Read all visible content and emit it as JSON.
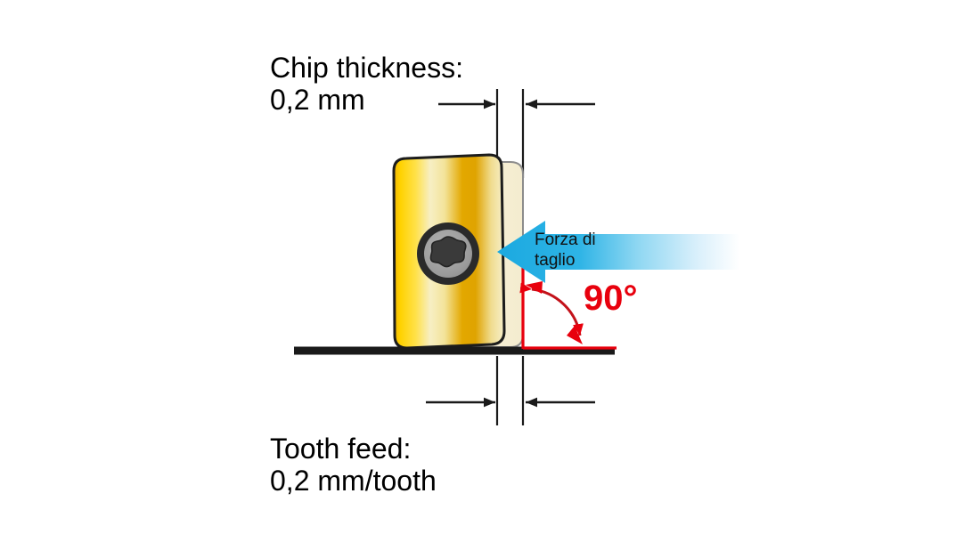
{
  "diagram": {
    "title": "Milling insert chip thickness and tooth feed at 90 degrees",
    "background_color": "#ffffff",
    "labels": {
      "chip_thickness_line1": "Chip thickness:",
      "chip_thickness_line2": "0,2 mm",
      "tooth_feed_line1": "Tooth feed:",
      "tooth_feed_line2": "0,2 mm/tooth",
      "force_line1": "Forza di",
      "force_line2": "taglio",
      "angle": "90°"
    },
    "colors": {
      "text": "#000000",
      "angle_red": "#E8000D",
      "force_blue": "#1BA9E0",
      "gold_bright": "#FFD000",
      "gold_pale": "#F5EBC0",
      "gold_deep": "#E0A800",
      "back_face_cream": "#F7F0D8",
      "workpiece_black": "#1A1A1A",
      "screw_ring_dark": "#2A2A2A",
      "screw_face_gray": "#9A9A9A",
      "dimension_line": "#1A1A1A"
    },
    "values": {
      "chip_thickness_mm": "0,2 mm",
      "tooth_feed_mm_per_tooth": "0,2 mm/tooth",
      "entering_angle_deg": "90°"
    },
    "icons": {
      "force_arrow": "left-arrow-gradient",
      "screw": "torx-star-screw",
      "angle_arc": "double-headed-arc"
    }
  }
}
